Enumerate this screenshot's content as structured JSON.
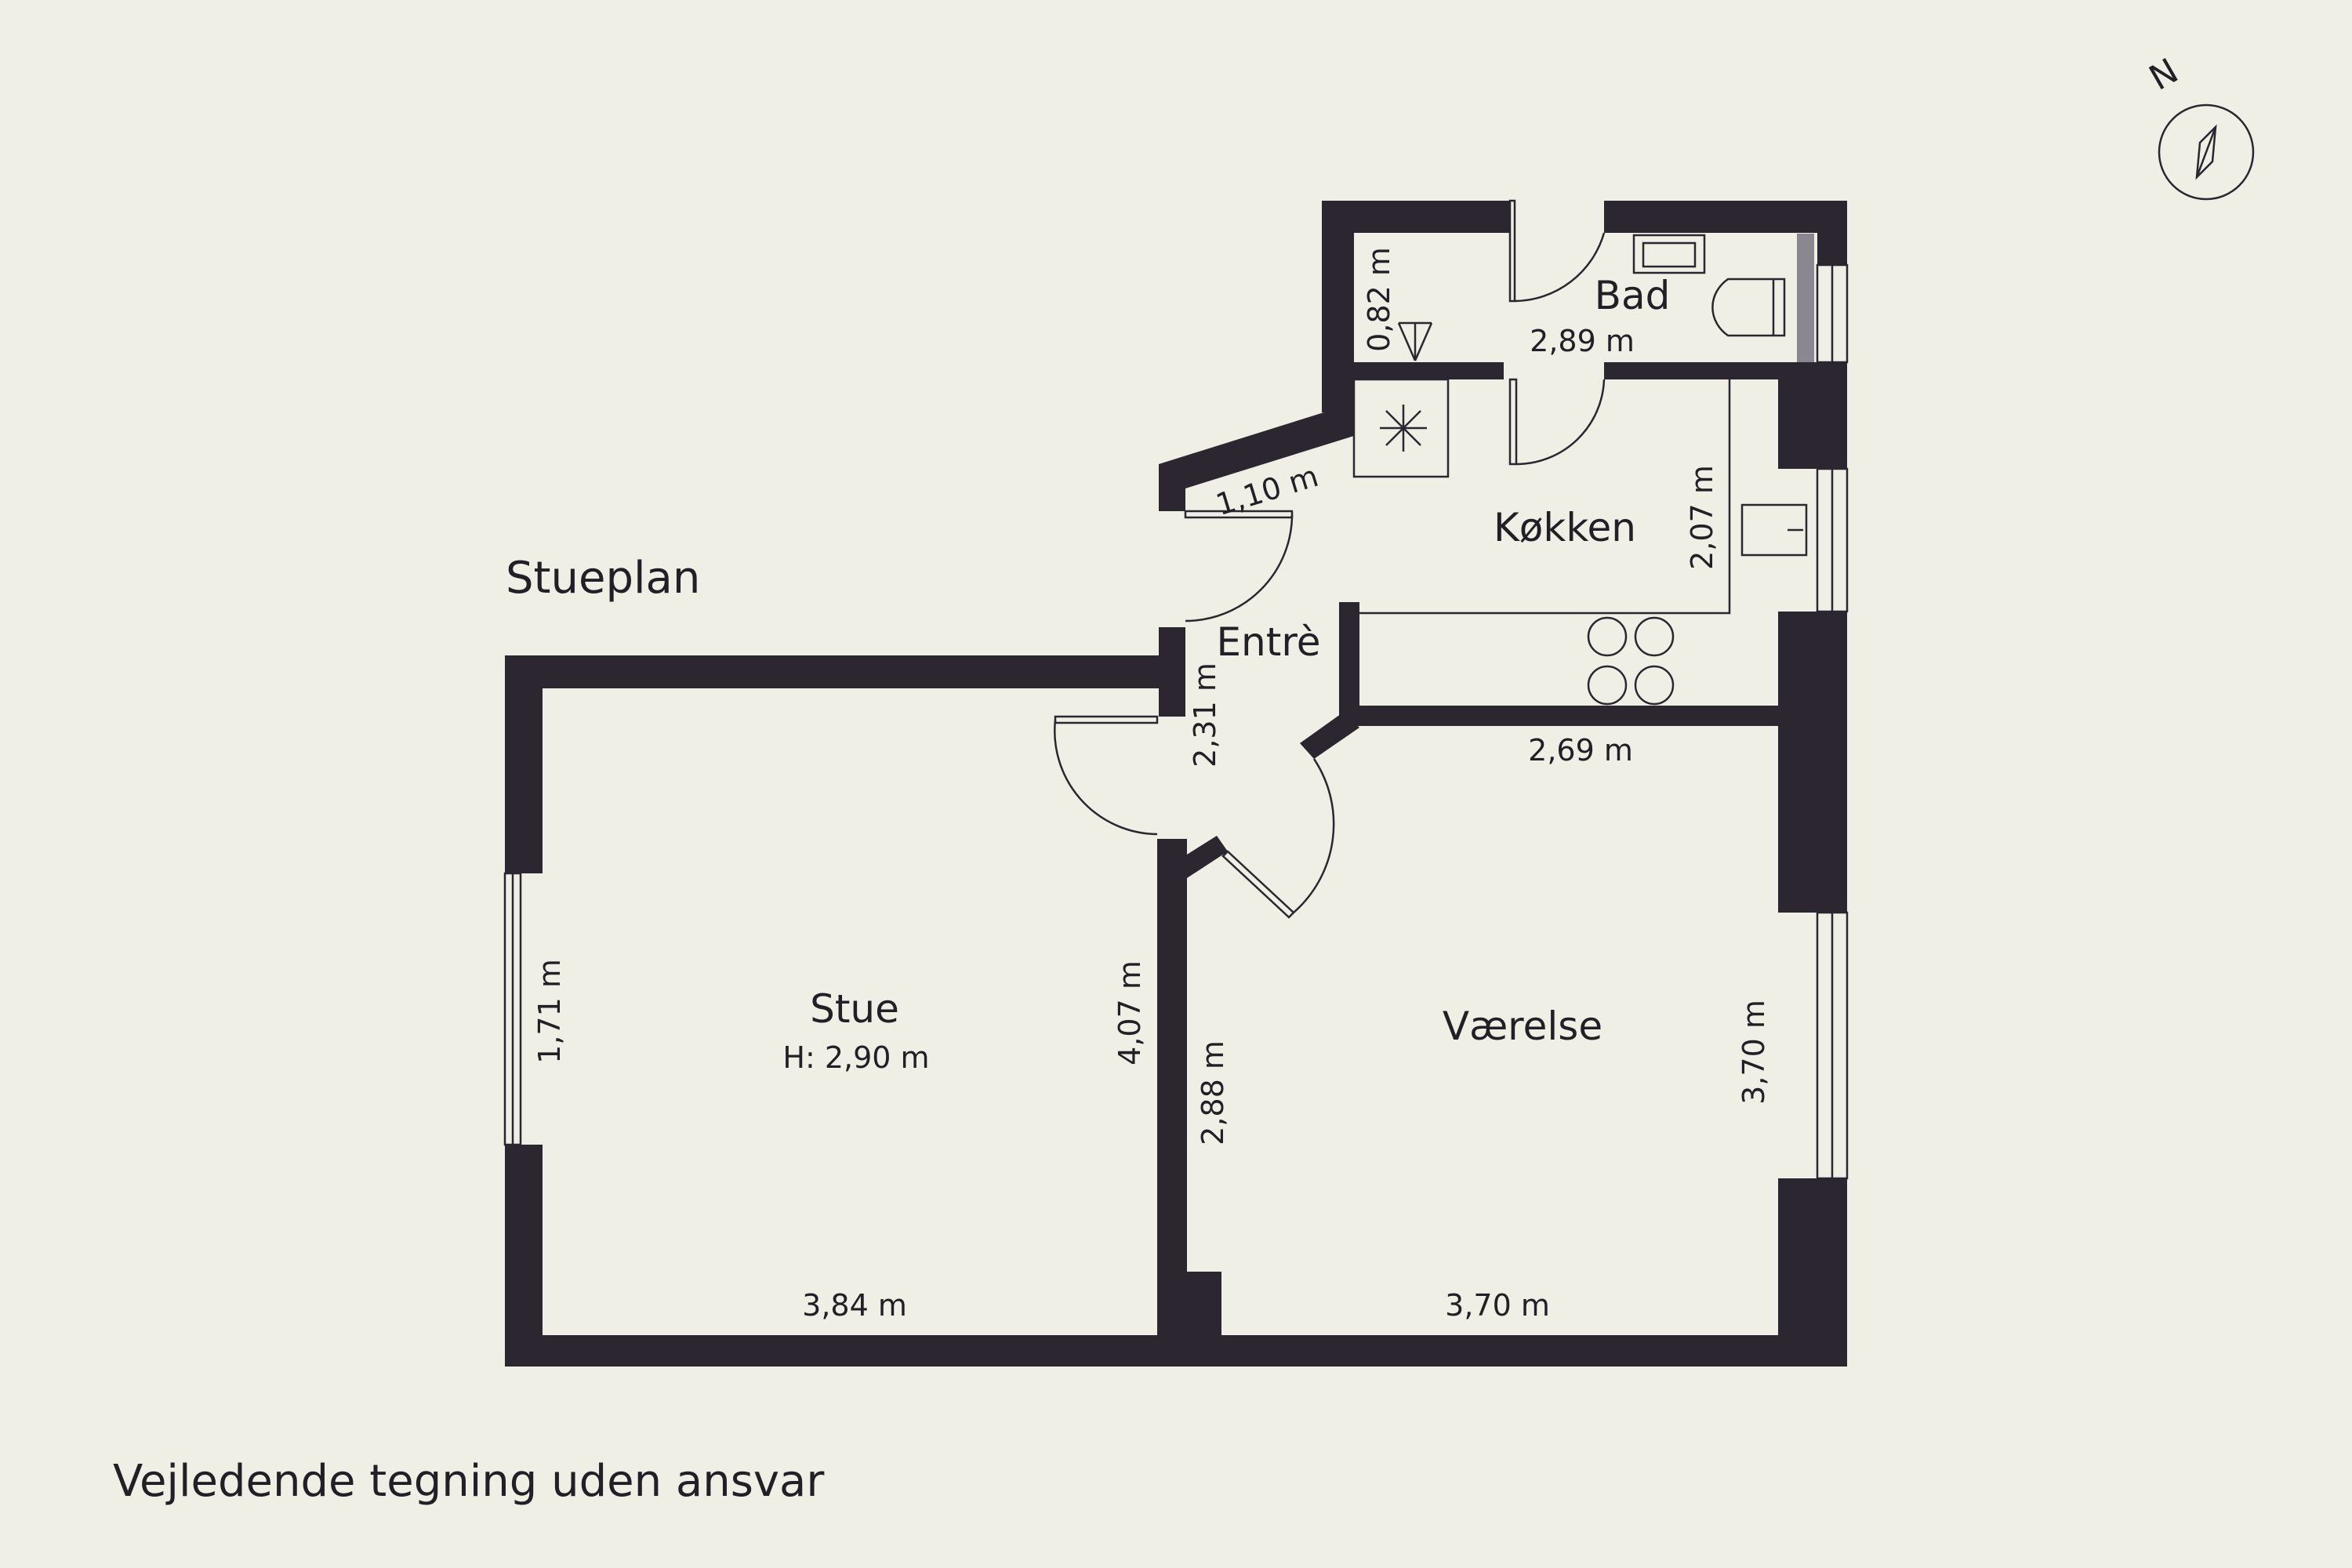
{
  "floor_label": "Stueplan",
  "disclaimer": "Vejledende tegning uden ansvar",
  "compass": {
    "north_label": "N"
  },
  "rooms": {
    "bad": {
      "name": "Bad",
      "area": "2,89 m"
    },
    "koekken": {
      "name": "Køkken"
    },
    "entre": {
      "name": "Entrè"
    },
    "stue": {
      "name": "Stue",
      "height": "H: 2,90 m"
    },
    "vaerelse": {
      "name": "Værelse"
    }
  },
  "dimensions": {
    "bad_width": "0,82 m",
    "koekken_height": "2,07 m",
    "entre_diagonal": "1,10 m",
    "entre_height": "2,31 m",
    "vaerelse_top": "2,69 m",
    "stue_window": "1,71 m",
    "stue_right": "4,07 m",
    "vaerelse_left": "2,88 m",
    "vaerelse_right": "3,70 m",
    "stue_bottom": "3,84 m",
    "vaerelse_bottom": "3,70 m"
  },
  "colors": {
    "background": "#f0efe6",
    "wall": "#2b2630",
    "text": "#231f26"
  }
}
